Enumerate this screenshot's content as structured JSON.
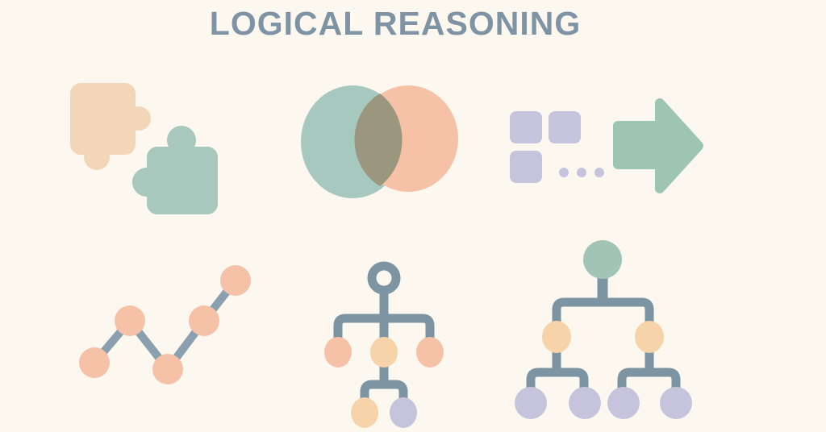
{
  "title": {
    "text": "LOGICAL REASONING"
  },
  "palette": {
    "background": "#fcf8ef",
    "title_color": "#7e93a4",
    "line": "#7d95a3",
    "chart_line": "#8ba0ae",
    "salmon": "#f5c1a7",
    "peach": "#f3d6b7",
    "tan": "#f7d3a9",
    "teal_puzzle": "#a8c7bd",
    "teal_venn": "#a6c8bf",
    "teal_arrow": "#9dc5b1",
    "teal_root": "#a2c4b6",
    "lavender": "#c6c4dd",
    "olive": "#9b977f"
  },
  "icons": [
    {
      "name": "puzzle-pieces-icon",
      "meaning": "two interlocking puzzle pieces"
    },
    {
      "name": "venn-diagram-icon",
      "meaning": "two overlapping circles with shared region"
    },
    {
      "name": "pattern-to-arrow-icon",
      "meaning": "grid squares and dots leading to a right arrow"
    },
    {
      "name": "trend-line-icon",
      "meaning": "zigzag connected-node trend line"
    },
    {
      "name": "flowchart-icon",
      "meaning": "hierarchy flowchart with ring root"
    },
    {
      "name": "tree-diagram-icon",
      "meaning": "two-level branching tree diagram"
    }
  ]
}
